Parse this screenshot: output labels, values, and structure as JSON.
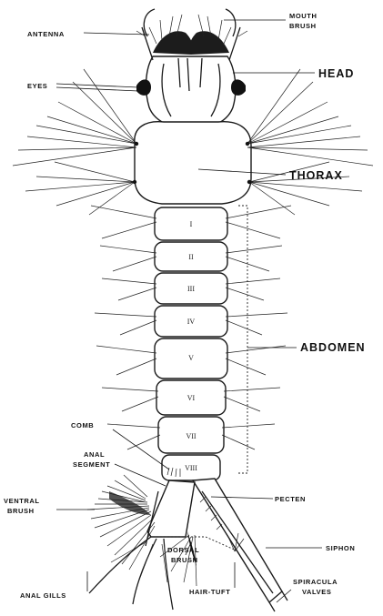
{
  "labels": {
    "mouth_brush_1": "MOUTH",
    "mouth_brush_2": "BRUSH",
    "antenna": "ANTENNA",
    "eyes": "EYES",
    "head": "HEAD",
    "thorax": "THORAX",
    "abdomen": "ABDOMEN",
    "comb": "COMB",
    "anal_segment_1": "ANAL",
    "anal_segment_2": "SEGMENT",
    "ventral_brush_1": "VENTRAL",
    "ventral_brush_2": "BRUSH",
    "pecten": "PECTEN",
    "siphon": "SIPHON",
    "dorsal_brush_1": "DORSAL",
    "dorsal_brush_2": "BRUSH",
    "anal_gills": "ANAL GILLS",
    "hair_tuft": "HAIR-TUFT",
    "spiracula_valves_1": "SPIRACULA",
    "spiracula_valves_2": "VALVES"
  },
  "segments": [
    "I",
    "II",
    "III",
    "IV",
    "V",
    "VI",
    "VII",
    "VIII"
  ]
}
